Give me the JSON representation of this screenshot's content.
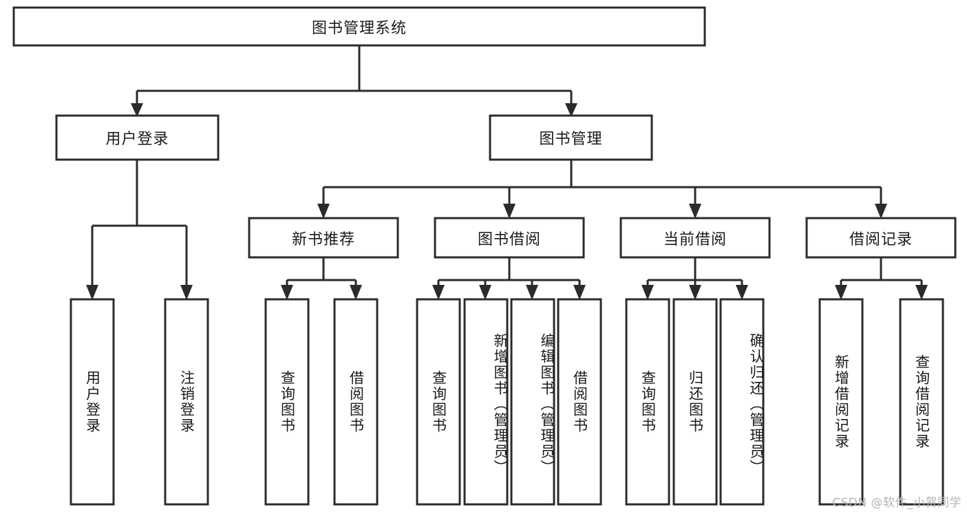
{
  "diagram": {
    "type": "tree",
    "title": "图书管理系统",
    "watermark": "CSDN @软件_小贺同学",
    "nodes": {
      "root": {
        "label": "图书管理系统",
        "level": 1
      },
      "user_login": {
        "label": "用户登录",
        "level": 2
      },
      "book_manage": {
        "label": "图书管理",
        "level": 2
      },
      "new_book_rec": {
        "label": "新书推荐",
        "level": 3
      },
      "book_borrow": {
        "label": "图书借阅",
        "level": 3
      },
      "current_borrow": {
        "label": "当前借阅",
        "level": 3
      },
      "borrow_record": {
        "label": "借阅记录",
        "level": 3
      },
      "leaf_user_login": {
        "label": "用户登录",
        "level": 4
      },
      "leaf_logout": {
        "label": "注销登录",
        "level": 4
      },
      "leaf_query_book_1": {
        "label": "查询图书",
        "level": 4
      },
      "leaf_borrow_book_1": {
        "label": "借阅图书",
        "level": 4
      },
      "leaf_query_book_2": {
        "label": "查询图书",
        "level": 4
      },
      "leaf_add_book": {
        "label": "新增图书（管理员）",
        "level": 4
      },
      "leaf_edit_book": {
        "label": "编辑图书（管理员）",
        "level": 4
      },
      "leaf_borrow_book_2": {
        "label": "借阅图书",
        "level": 4
      },
      "leaf_query_book_3": {
        "label": "查询图书",
        "level": 4
      },
      "leaf_return_book": {
        "label": "归还图书",
        "level": 4
      },
      "leaf_confirm_return": {
        "label": "确认归还（管理员）",
        "level": 4
      },
      "leaf_add_record": {
        "label": "新增借阅记录",
        "level": 4
      },
      "leaf_query_record": {
        "label": "查询借阅记录",
        "level": 4
      }
    },
    "edges": [
      {
        "from": "root",
        "to": "user_login"
      },
      {
        "from": "root",
        "to": "book_manage"
      },
      {
        "from": "user_login",
        "to": "leaf_user_login"
      },
      {
        "from": "user_login",
        "to": "leaf_logout"
      },
      {
        "from": "book_manage",
        "to": "new_book_rec"
      },
      {
        "from": "book_manage",
        "to": "book_borrow"
      },
      {
        "from": "book_manage",
        "to": "current_borrow"
      },
      {
        "from": "book_manage",
        "to": "borrow_record"
      },
      {
        "from": "new_book_rec",
        "to": "leaf_query_book_1"
      },
      {
        "from": "new_book_rec",
        "to": "leaf_borrow_book_1"
      },
      {
        "from": "book_borrow",
        "to": "leaf_query_book_2"
      },
      {
        "from": "book_borrow",
        "to": "leaf_add_book"
      },
      {
        "from": "book_borrow",
        "to": "leaf_edit_book"
      },
      {
        "from": "book_borrow",
        "to": "leaf_borrow_book_2"
      },
      {
        "from": "current_borrow",
        "to": "leaf_query_book_3"
      },
      {
        "from": "current_borrow",
        "to": "leaf_return_book"
      },
      {
        "from": "current_borrow",
        "to": "leaf_confirm_return"
      },
      {
        "from": "borrow_record",
        "to": "leaf_add_record"
      },
      {
        "from": "borrow_record",
        "to": "leaf_query_record"
      }
    ],
    "colors": {
      "stroke": "#2b2b2b",
      "fill": "#ffffff",
      "text": "#1a1a1a",
      "watermark": "#b4b4b4"
    }
  }
}
